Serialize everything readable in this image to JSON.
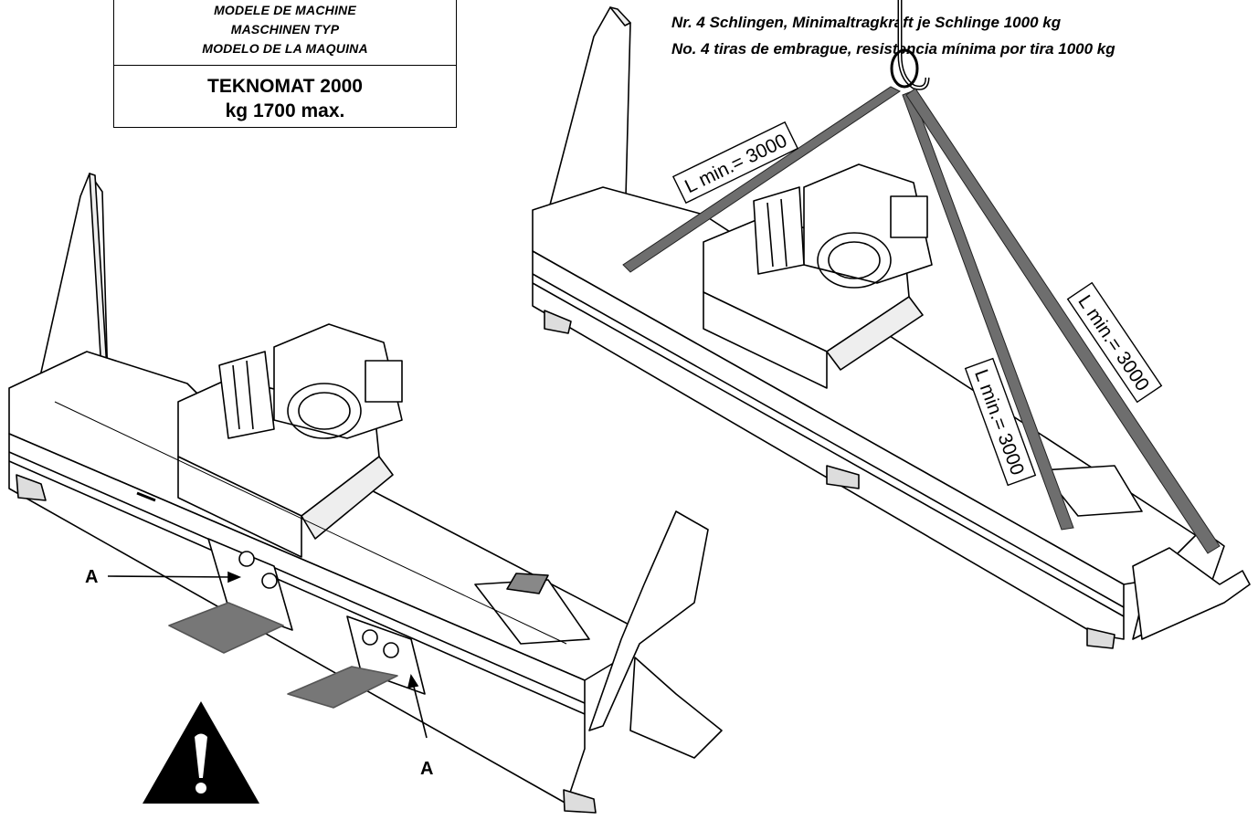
{
  "model_box": {
    "lines": [
      "MODELE DE MACHINE",
      "MASCHINEN TYP",
      "MODELO DE LA MAQUINA"
    ],
    "model_name": "TEKNOMAT 2000",
    "max_weight": "kg 1700 max."
  },
  "sling_notes": [
    "Nr. 4 Schlingen, Minimaltragkraft je Schlinge 1000 kg",
    "No. 4 tiras de embrague, resistencia mínima  por tira 1000 kg"
  ],
  "sling_labels": [
    "L min.= 3000",
    "L min.= 3000",
    "L min.= 3000"
  ],
  "callouts": [
    "A",
    "A"
  ],
  "warning_symbol": "exclamation-triangle-icon"
}
